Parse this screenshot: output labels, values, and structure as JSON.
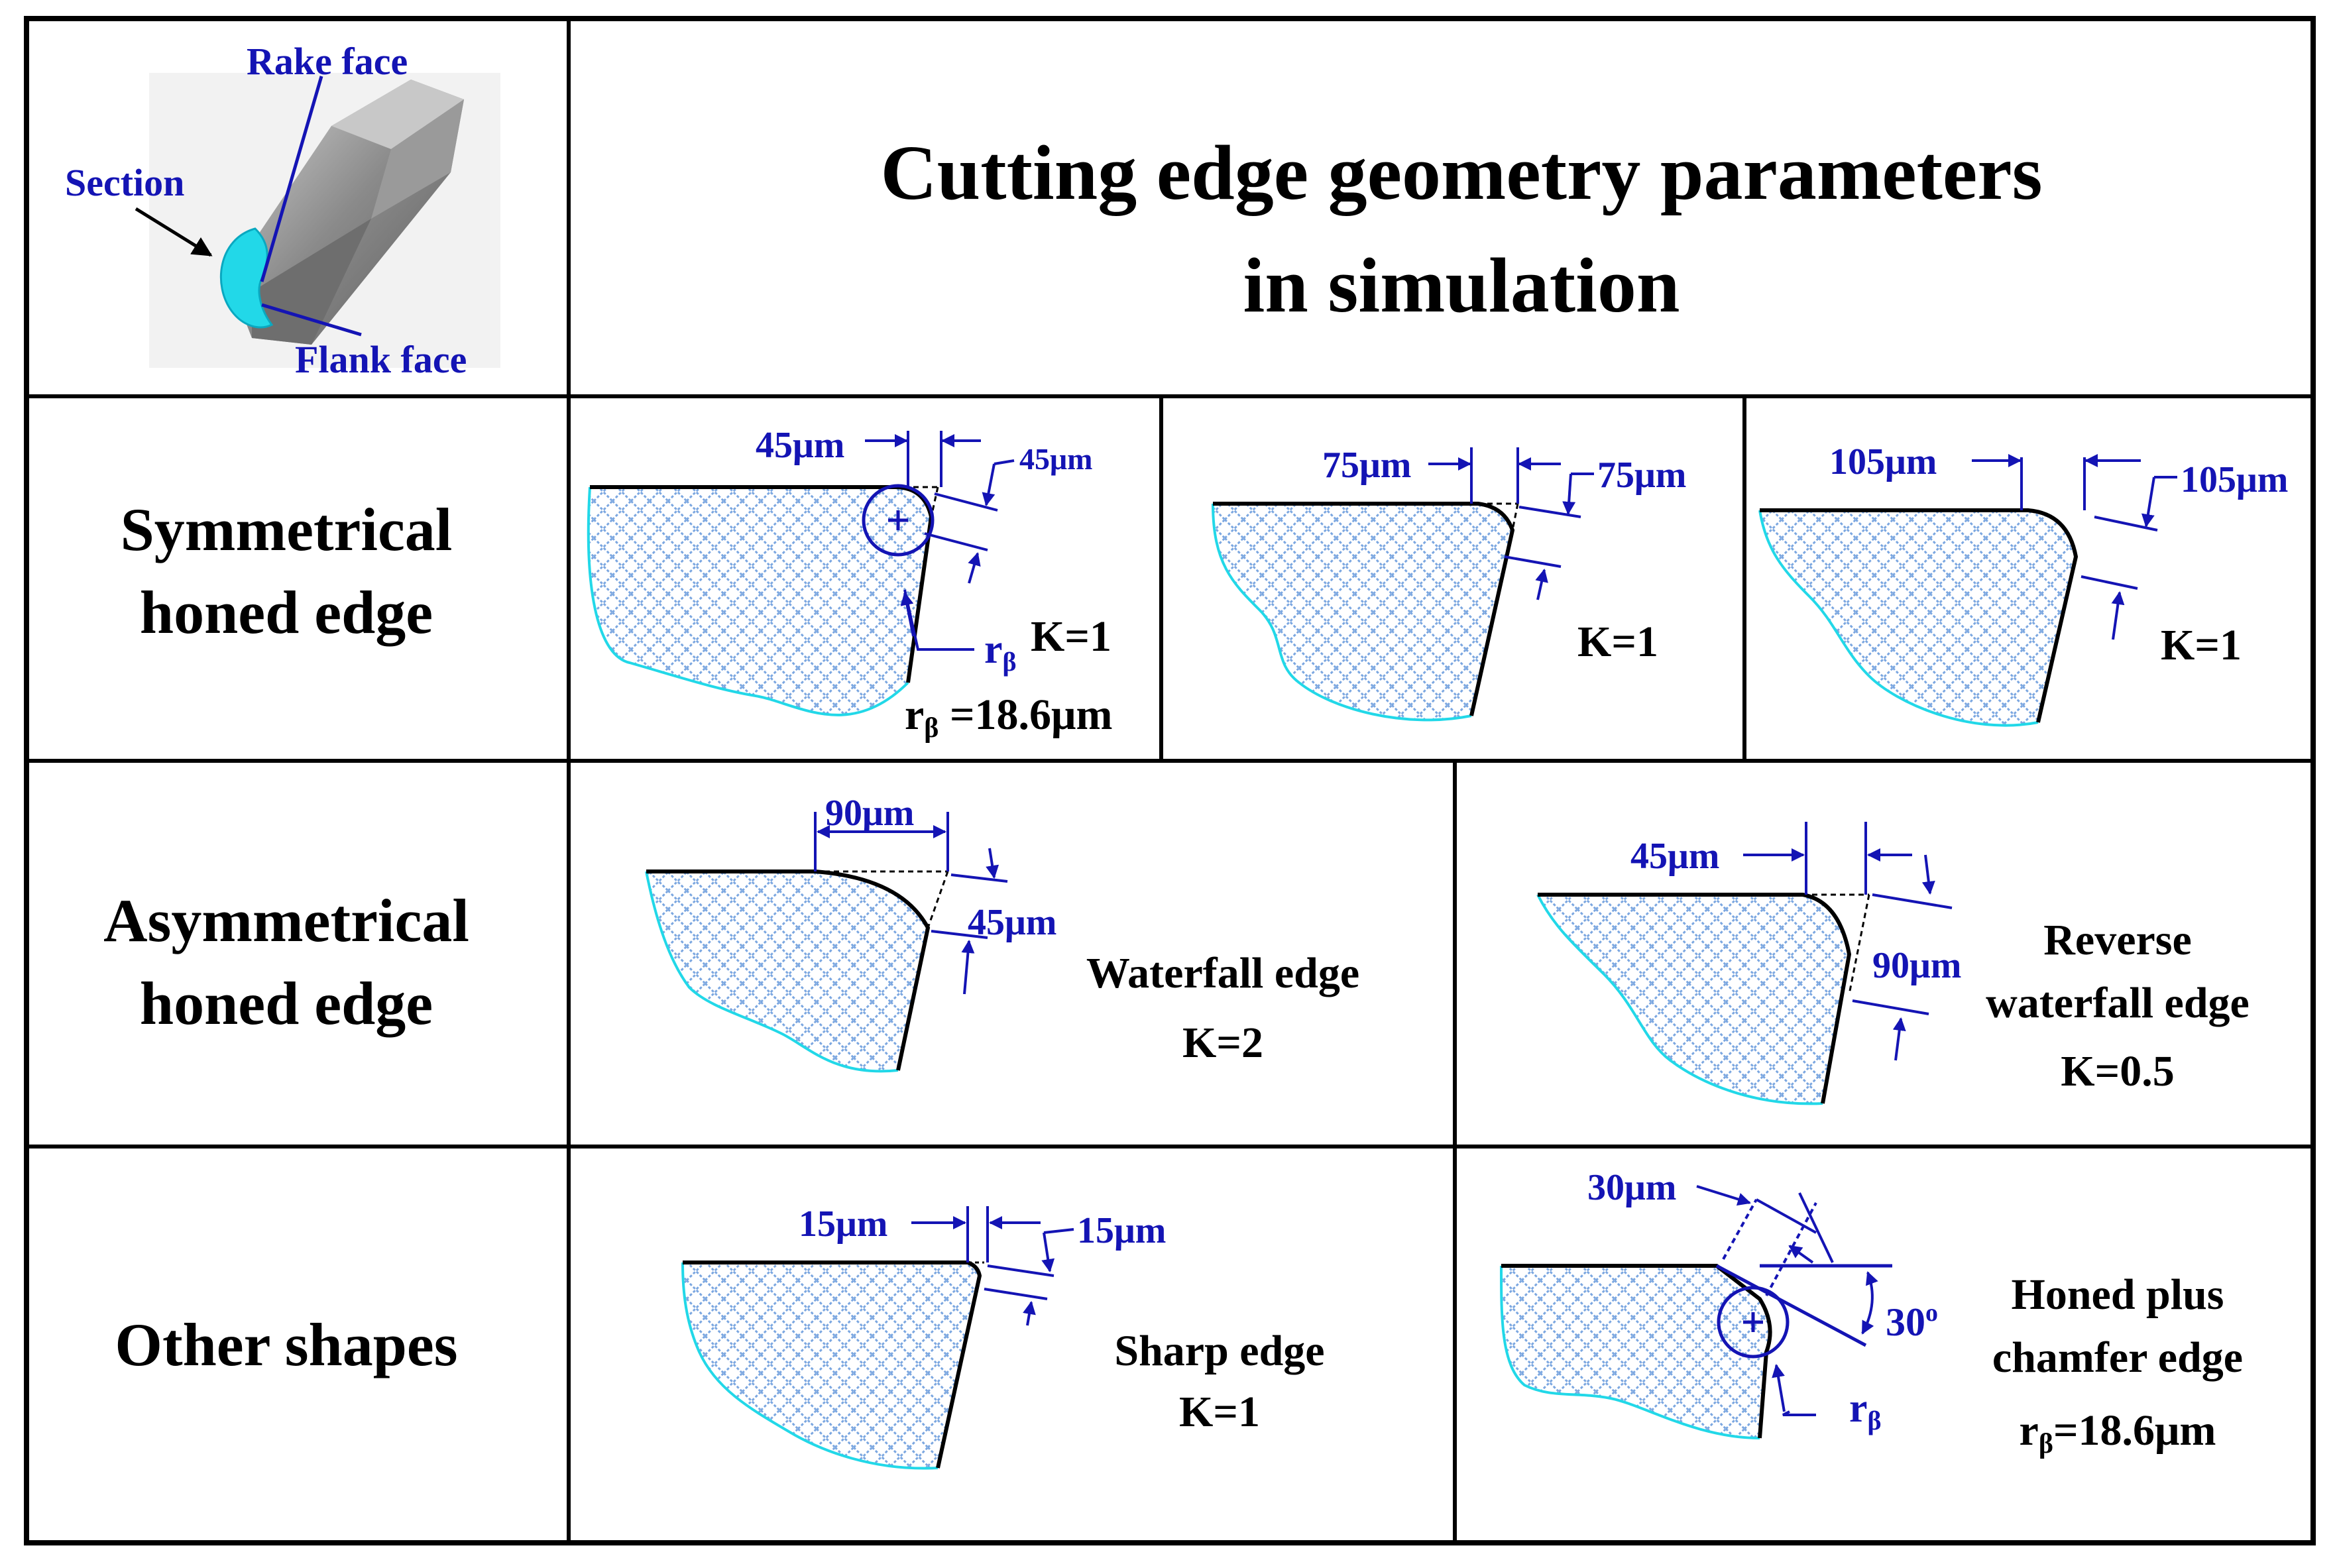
{
  "header": {
    "title_line1": "Cutting edge geometry parameters",
    "title_line2": "in simulation"
  },
  "tool_image": {
    "labels": {
      "rake_face": "Rake face",
      "section": "Section",
      "flank_face": "Flank face"
    }
  },
  "rows": [
    {
      "label_line1": "Symmetrical",
      "label_line2": "honed edge"
    },
    {
      "label_line1": "Asymmetrical",
      "label_line2": "honed edge"
    },
    {
      "label_line1": "Other shapes",
      "label_line2": ""
    }
  ],
  "cells": {
    "sym45": {
      "rake_dim": "45μm",
      "flank_dim": "45μm",
      "radius_symbol": "r",
      "radius_sub": "β",
      "k": "K=1",
      "radius_value_symbol": "r",
      "radius_value_sub": "β",
      "radius_value": " =18.6μm"
    },
    "sym75": {
      "rake_dim": "75μm",
      "flank_dim": "75μm",
      "k": "K=1"
    },
    "sym105": {
      "rake_dim": "105μm",
      "flank_dim": "105μm",
      "k": "K=1"
    },
    "waterfall": {
      "rake_dim": "90μm",
      "flank_dim": "45μm",
      "name": "Waterfall edge",
      "k": "K=2"
    },
    "reverse": {
      "rake_dim": "45μm",
      "flank_dim": "90μm",
      "name_line1": "Reverse",
      "name_line2": "waterfall edge",
      "k": "K=0.5"
    },
    "sharp": {
      "rake_dim": "15μm",
      "flank_dim": "15μm",
      "name": "Sharp edge",
      "k": "K=1"
    },
    "chamfer": {
      "chamfer_dim": "30μm",
      "angle": "30",
      "angle_unit": "o",
      "radius_symbol": "r",
      "radius_sub": "β",
      "name_line1": "Honed plus",
      "name_line2": "chamfer edge",
      "radius_value_symbol": "r",
      "radius_value_sub": "β",
      "radius_value": "=18.6μm"
    }
  },
  "colors": {
    "annotation_blue": "#1414b4",
    "section_cyan": "#22d8e8",
    "hatch_blue": "#8fb4e8",
    "grid_black": "#000000"
  }
}
